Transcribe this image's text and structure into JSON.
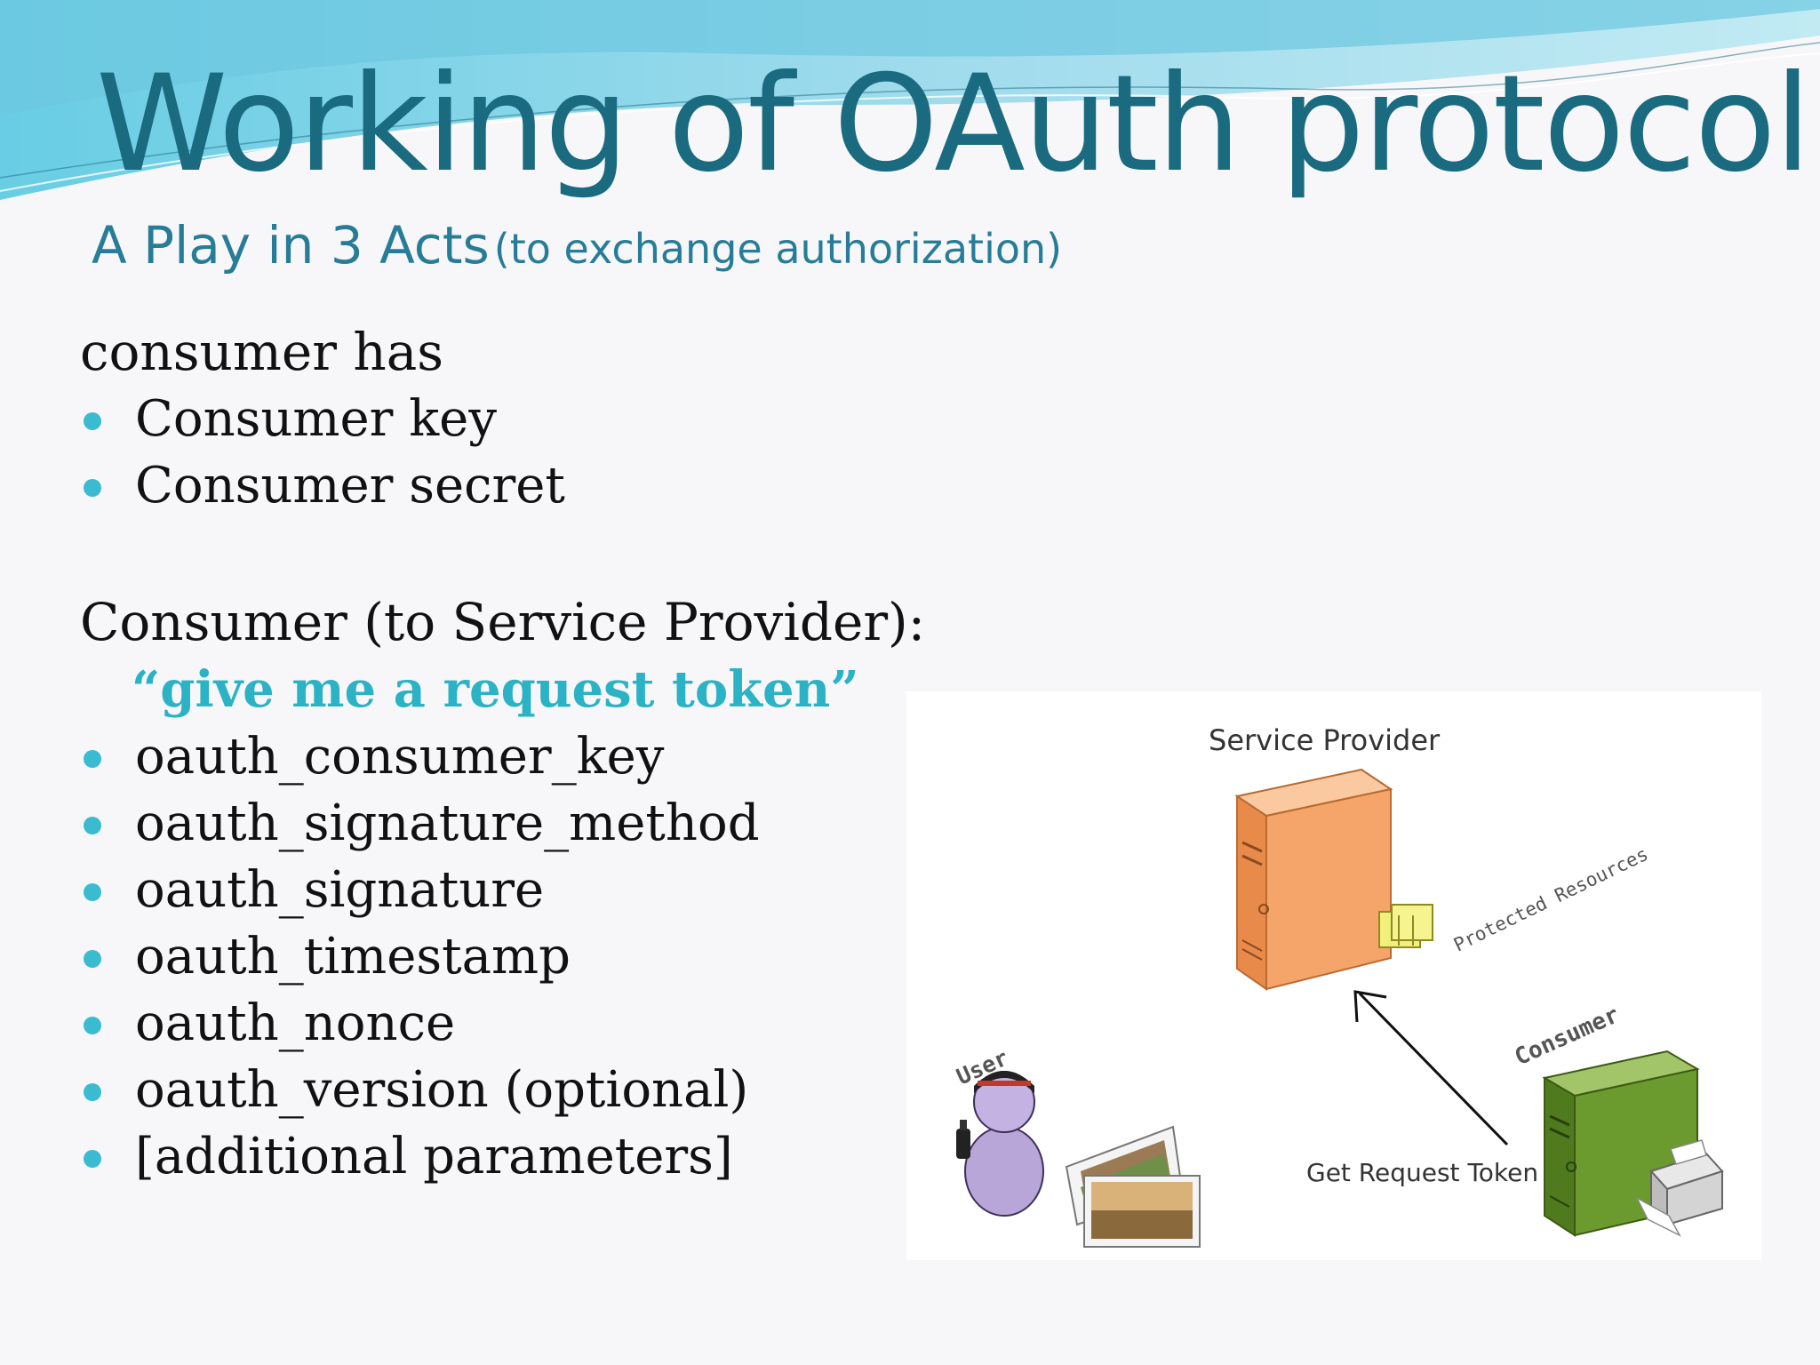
{
  "slide": {
    "title": "Working of OAuth protocol",
    "subtitle_main": "A Play in 3 Acts",
    "subtitle_paren": "(to exchange authorization)"
  },
  "section1": {
    "heading": "consumer has",
    "items": [
      "Consumer key",
      "Consumer secret"
    ]
  },
  "section2": {
    "heading": "Consumer (to Service Provider):",
    "quote": "“give me a request token”",
    "items": [
      "oauth_consumer_key",
      "oauth_signature_method",
      "oauth_signature",
      "oauth_timestamp",
      "oauth_nonce",
      "oauth_version (optional)",
      "[additional parameters]"
    ]
  },
  "diagram": {
    "service_provider": "Service Provider",
    "protected_resources": "Protected Resources",
    "consumer": "Consumer",
    "user": "User",
    "get_request_token": "Get Request Token"
  },
  "colors": {
    "title": "#1a6a80",
    "subtitle": "#277d98",
    "quote": "#2bb2c4",
    "bullet": "#3bbbd0",
    "server_orange": "#f6a56a",
    "server_green": "#6b9a2e"
  }
}
